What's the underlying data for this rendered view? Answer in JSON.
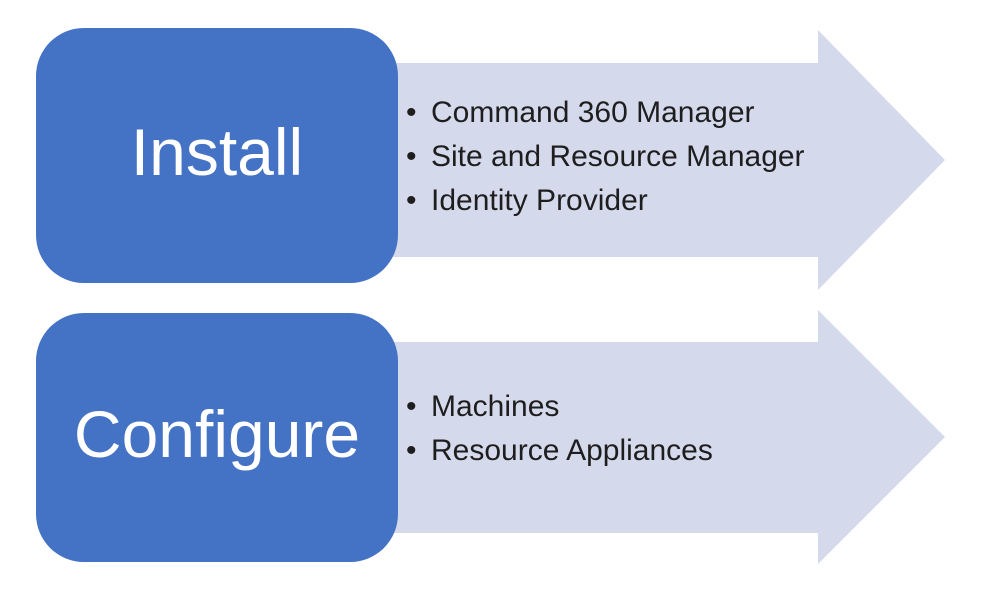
{
  "colors": {
    "step_fill": "#4472C4",
    "step_label": "#FFFFFF",
    "arrow_fill": "#D5D9EC",
    "list_text": "#1E1E1E",
    "background": "#FFFFFF"
  },
  "bullet_char": "•",
  "flow": {
    "steps": [
      {
        "label": "Install",
        "items": [
          "Command 360 Manager",
          "Site and Resource Manager",
          "Identity Provider"
        ]
      },
      {
        "label": "Configure",
        "items": [
          "Machines",
          "Resource Appliances"
        ]
      }
    ]
  }
}
